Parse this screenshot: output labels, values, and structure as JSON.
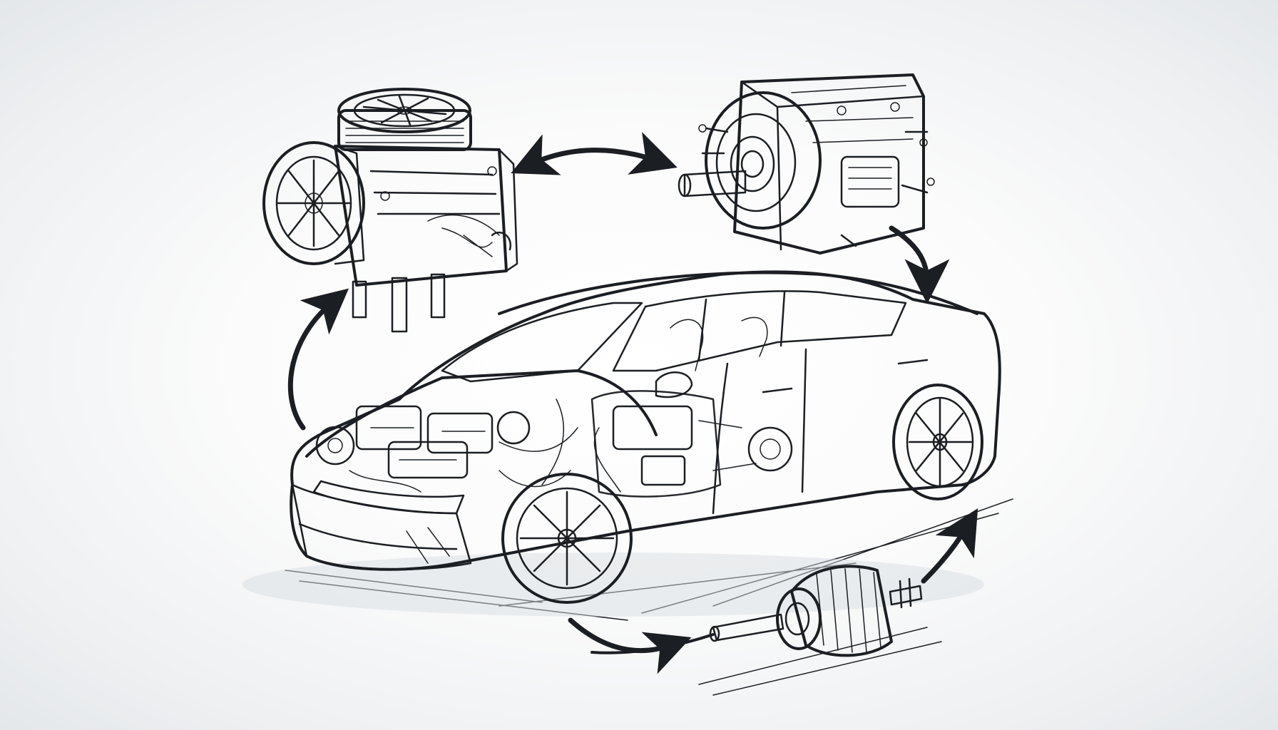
{
  "illustration": {
    "style": "ink sketch with blue-grey wash",
    "palette": {
      "ink": "#1b1e22",
      "wash_light": "#dfe7ee",
      "wash_mid": "#b9c8d4",
      "wash_dark": "#7f95a6",
      "glass": "#5f7788",
      "background": "#f4f5f6"
    },
    "components": [
      {
        "name": "electric-car",
        "view": "cutaway"
      },
      {
        "name": "engine-block-with-fan"
      },
      {
        "name": "gearbox-motor-unit"
      },
      {
        "name": "electric-motor-rotor"
      }
    ],
    "arrows": [
      {
        "name": "double-arrow-between-units"
      },
      {
        "name": "arrow-gearbox-to-car"
      },
      {
        "name": "arrow-car-to-engine"
      },
      {
        "name": "arrow-rotor-loop"
      }
    ]
  }
}
